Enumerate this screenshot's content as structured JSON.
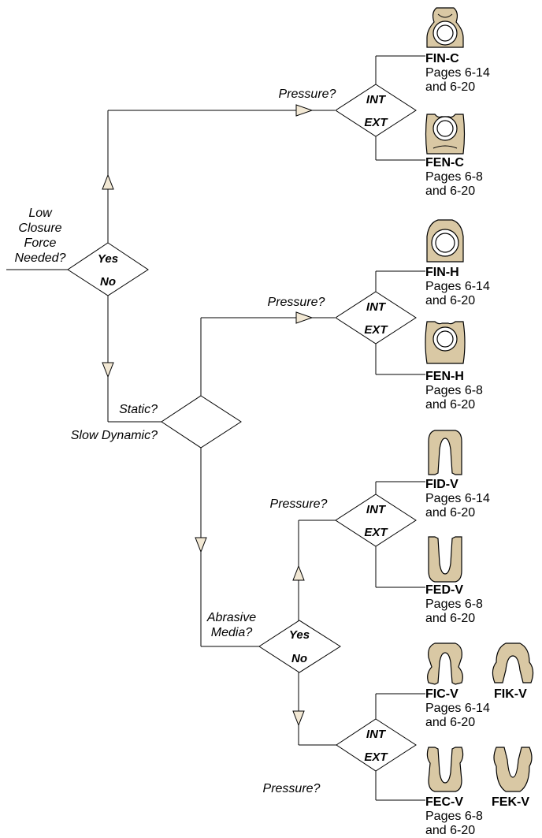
{
  "q_low_closure": [
    "Low",
    "Closure",
    "Force",
    "Needed?"
  ],
  "q_static": "Static?",
  "q_slow_dynamic": "Slow Dynamic?",
  "q_abrasive": [
    "Abrasive",
    "Media?"
  ],
  "pressure": "Pressure?",
  "yes": "Yes",
  "no": "No",
  "int": "INT",
  "ext": "EXT",
  "seals": {
    "fin_c": {
      "name": "FIN-C",
      "pages": "Pages 6-14",
      "and": "and 6-20"
    },
    "fen_c": {
      "name": "FEN-C",
      "pages": "Pages 6-8",
      "and": "and 6-20"
    },
    "fin_h": {
      "name": "FIN-H",
      "pages": "Pages 6-14",
      "and": "and 6-20"
    },
    "fen_h": {
      "name": "FEN-H",
      "pages": "Pages 6-8",
      "and": "and 6-20"
    },
    "fid_v": {
      "name": "FID-V",
      "pages": "Pages 6-14",
      "and": "and 6-20"
    },
    "fed_v": {
      "name": "FED-V",
      "pages": "Pages 6-8",
      "and": "and 6-20"
    },
    "fic_v": {
      "name": "FIC-V",
      "pages": "Pages 6-14",
      "and": "and 6-20"
    },
    "fik_v": {
      "name": "FIK-V"
    },
    "fec_v": {
      "name": "FEC-V",
      "pages": "Pages 6-8",
      "and": "and 6-20"
    },
    "fek_v": {
      "name": "FEK-V"
    }
  },
  "colors": {
    "seal_fill": "#d9c8a4",
    "arrow_fill": "#f2e8d4",
    "line": "#000000"
  }
}
